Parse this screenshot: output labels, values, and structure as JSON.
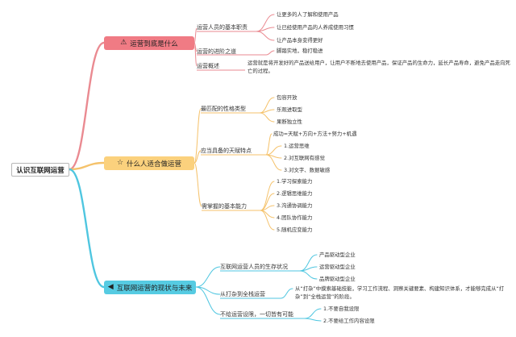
{
  "colors": {
    "red": "#ea8a91",
    "yellow": "#f5c26b",
    "cyan": "#4fc6e0"
  },
  "root": {
    "label": "认识互联网运营"
  },
  "branches": [
    {
      "label": "运营到底是什么",
      "icon": "warning-icon",
      "children": [
        {
          "label": "运营人员的基本职责",
          "children": [
            "让更多的人了解和使用产品",
            "让已经使用产品的人养成使用习惯",
            "让产品本身变得更好"
          ]
        },
        {
          "label": "运营的进阶之道",
          "children": [
            "脚踏实地，稳打稳进"
          ]
        },
        {
          "label": "运营概述",
          "children": [
            "运营就是将开发好的产品送给用户，让用户不断地去使用产品，保证产品的生命力，延长产品寿命，避免产品走向死亡的过程。"
          ]
        }
      ]
    },
    {
      "label": "什么人适合做运营",
      "icon": "star-icon",
      "children": [
        {
          "label": "最匹配的性格类型",
          "children": [
            "包容开放",
            "乐观进取型",
            "果断独立性"
          ]
        },
        {
          "label": "应当具备的天赋特点",
          "children": [
            "成功=天赋+方向+方法+努力+机遇",
            "1.运营思维",
            "2.对互联网有感觉",
            "3.对文字、数据敏感"
          ]
        },
        {
          "label": "需掌握的基本能力",
          "children": [
            "1.学习探索能力",
            "2.逻辑思维能力",
            "3.沟通协调能力",
            "4.团队协作能力",
            "5.随机应变能力"
          ]
        }
      ]
    },
    {
      "label": "互联网运营的现状与未来",
      "icon": "send-icon",
      "children": [
        {
          "label": "互联网运营人员的生存状况",
          "children": [
            "产品驱动型企业",
            "运营驱动型企业",
            "品牌驱动型企业"
          ]
        },
        {
          "label": "从打杂到全栈运营",
          "children": [
            "从“打杂”中摸索基础技能，学习工作流程、洞察关键要素、构建知识体系，才能够完成从“打杂”到“全栈运营”的阶段。"
          ]
        },
        {
          "label": "不给运营设限，一切皆有可能",
          "children": [
            "1.不要自我设限",
            "2.不要给工作内容设限"
          ]
        }
      ]
    }
  ]
}
